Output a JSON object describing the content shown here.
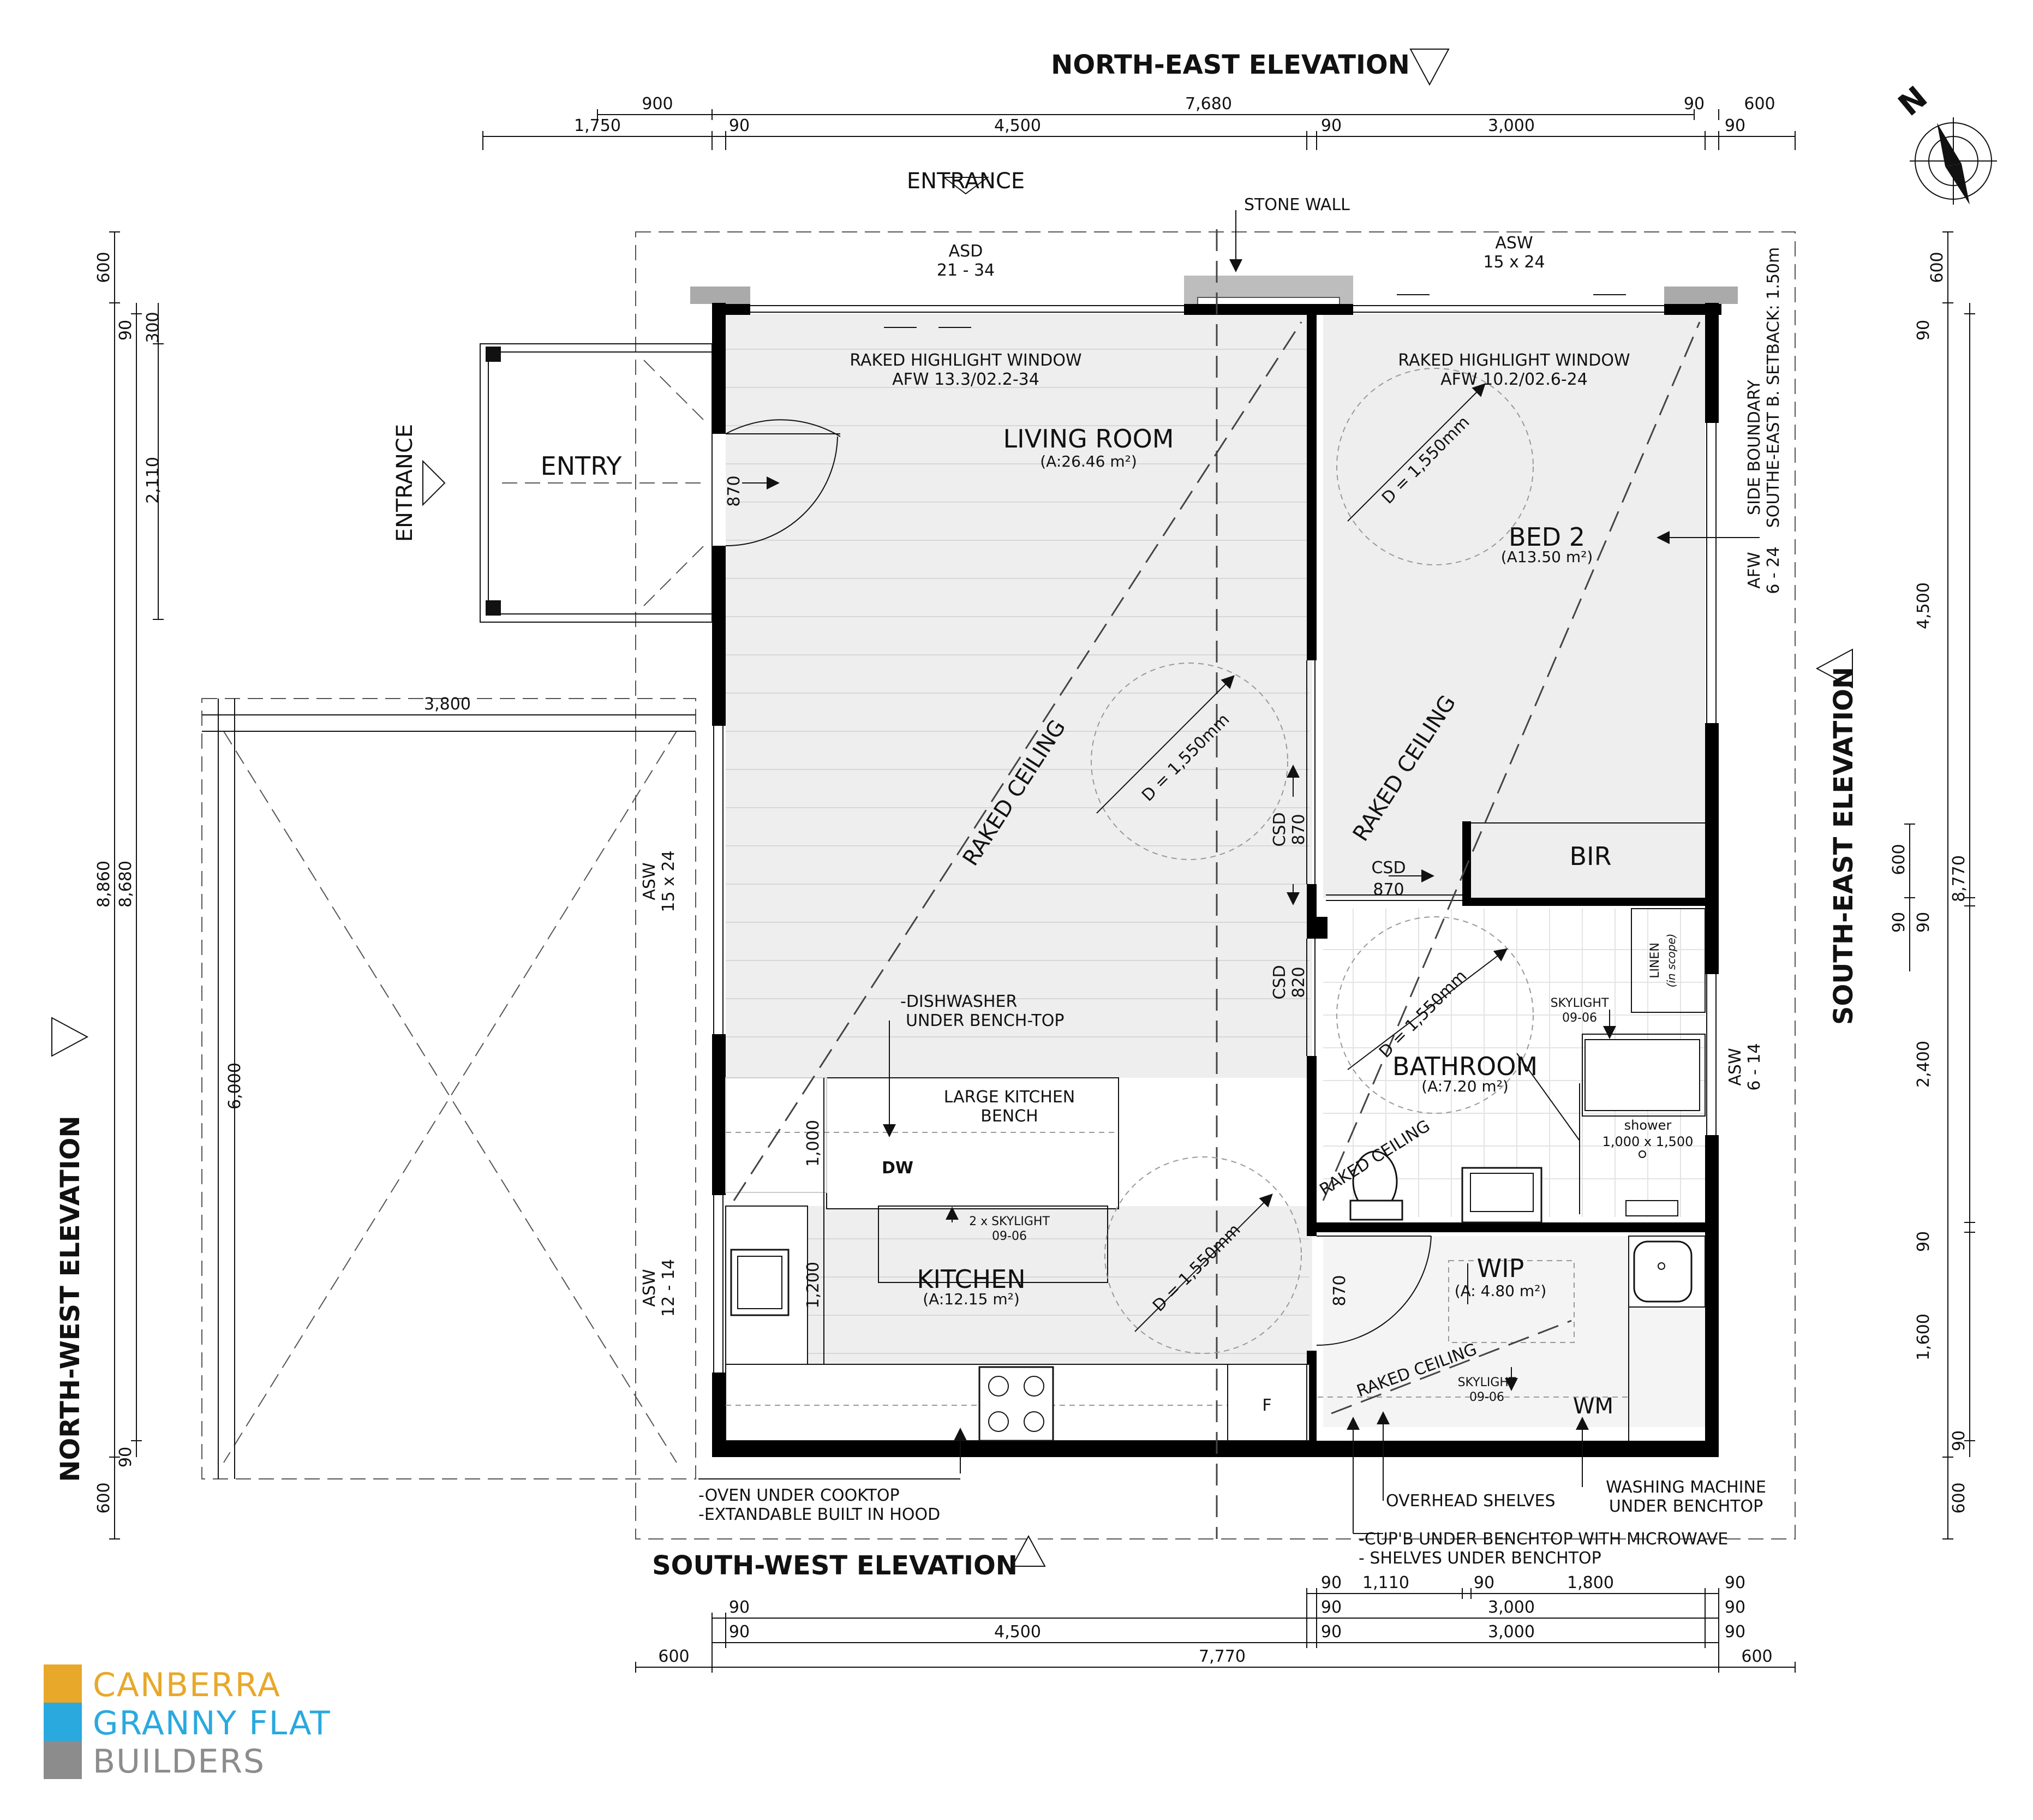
{
  "elevations": {
    "north_east": "NORTH-EAST ELEVATION",
    "south_east": "SOUTH-EAST ELEVATION",
    "south_west": "SOUTH-WEST ELEVATION",
    "north_west": "NORTH-WEST ELEVATION"
  },
  "compass": {
    "north": "N"
  },
  "entrance": {
    "top": "ENTRANCE",
    "side": "ENTRANCE",
    "entry": "ENTRY"
  },
  "rooms": {
    "living": {
      "name": "LIVING ROOM",
      "area": "(A:26.46 m²)"
    },
    "bed2": {
      "name": "BED 2",
      "area": "(A13.50 m²)"
    },
    "bir": {
      "name": "BIR"
    },
    "bathroom": {
      "name": "BATHROOM",
      "area": "(A:7.20 m²)"
    },
    "kitchen": {
      "name": "KITCHEN",
      "area": "(A:12.15 m²)"
    },
    "wip": {
      "name": "WIP",
      "area": "(A: 4.80 m²)"
    },
    "linen": {
      "name": "LINEN",
      "note": "(in scope)"
    }
  },
  "labels": {
    "stone_wall": "STONE WALL",
    "asd_top": "ASD",
    "asd_top_code": "21 - 34",
    "asw_top": "ASW",
    "asw_top_code": "15 x 24",
    "raked_window_living": "RAKED HIGHLIGHT WINDOW",
    "raked_window_living_code": "AFW 13.3/02.2-34",
    "raked_window_bed": "RAKED HIGHLIGHT WINDOW",
    "raked_window_bed_code": "AFW 10.2/02.6-24",
    "raked_ceiling": "RAKED CEILING",
    "turn_circle": "D = 1,550mm",
    "setback_1": "SIDE BOUNDARY",
    "setback_2": "SOUTHE-EAST B. SETBACK: 1.50m",
    "afw_right": "AFW",
    "afw_right_code": "6 - 24",
    "asw_left": "ASW",
    "asw_left_code": "15 x 24",
    "asw_left_low": "ASW",
    "asw_left_low_code": "12 - 14",
    "asw_bath": "ASW",
    "asw_bath_code": "6 - 14",
    "csd": "CSD",
    "csd_870": "870",
    "csd_820": "820",
    "door_870": "870",
    "dishwasher": "-DISHWASHER",
    "dishwasher_2": "UNDER BENCH-TOP",
    "dw": "DW",
    "kitchen_bench": "LARGE KITCHEN",
    "kitchen_bench_2": "BENCH",
    "skylight_kitchen": "2 x SKYLIGHT",
    "skylight_kitchen_code": "09-06",
    "skylight": "SKYLIGHT",
    "skylight_code": "09-06",
    "shower": "shower",
    "shower_size": "1,000 x 1,500",
    "fridge": "F",
    "wm": "WM",
    "oven": "-OVEN UNDER COOKTOP",
    "hood": "-EXTANDABLE BUILT IN HOOD",
    "overhead": "OVERHEAD SHELVES",
    "washing": "WASHING MACHINE",
    "washing_2": "UNDER BENCHTOP",
    "cupb": "-CUP'B UNDER BENCHTOP WITH MICROWAVE",
    "shelves": "- SHELVES UNDER BENCHTOP"
  },
  "dims": {
    "top_900": "900",
    "top_7680": "7,680",
    "top_90a": "90",
    "top_600": "600",
    "top_1750": "1,750",
    "top_90b": "90",
    "top_4500": "4,500",
    "top_90c": "90",
    "top_3000": "3,000",
    "top_90d": "90",
    "carport_3800": "3,800",
    "carport_6000": "6,000",
    "left_600a": "600",
    "left_90a": "90",
    "left_300": "300",
    "left_2110": "2,110",
    "left_8860": "8,860",
    "left_8680": "8,680",
    "left_90b": "90",
    "left_600b": "600",
    "k_1000": "1,000",
    "k_1200": "1,200",
    "right_600a": "600",
    "right_90a": "90",
    "right_4500": "4,500",
    "right_600b": "600",
    "right_90b": "90",
    "right_90c": "90",
    "right_8770": "8,770",
    "right_2400": "2,400",
    "right_90d": "90",
    "right_1600": "1,600",
    "right_90e": "90",
    "right_600c": "600",
    "b1_90a": "90",
    "b1_1110": "1,110",
    "b1_90b": "90",
    "b1_1800": "1,800",
    "b1_90c": "90",
    "b2_90a": "90",
    "b2_90b": "90",
    "b2_3000": "3,000",
    "b2_90c": "90",
    "b3_90a": "90",
    "b3_4500": "4,500",
    "b3_90b": "90",
    "b3_3000": "3,000",
    "b3_90c": "90",
    "b4_600a": "600",
    "b4_7770": "7,770",
    "b4_600b": "600"
  },
  "logo": {
    "line1": "CANBERRA",
    "line2": "GRANNY FLAT",
    "line3": "BUILDERS",
    "color1": "#E8A82A",
    "color2": "#2AA9DF",
    "color3": "#8C8C8C"
  }
}
